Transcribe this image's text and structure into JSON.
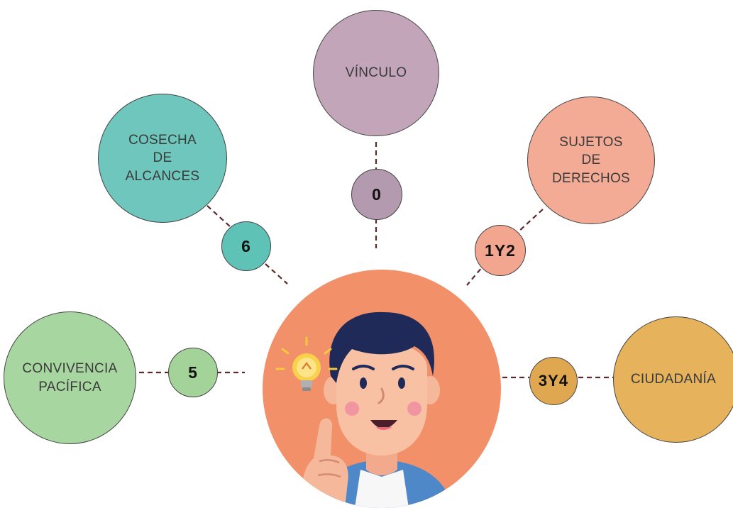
{
  "nodes": [
    {
      "id": "vinculo",
      "label": "VÍNCULO",
      "number": "0",
      "color": "#c3a5ba",
      "number_color": "#b49aae"
    },
    {
      "id": "cosecha",
      "label": "COSECHA\nDE\nALCANCES",
      "number": "6",
      "color": "#6ec6bd",
      "number_color": "#5fc2b6"
    },
    {
      "id": "sujetos",
      "label": "SUJETOS\nDE\nDERECHOS",
      "number": "1Y2",
      "color": "#f4ab96",
      "number_color": "#f2a690"
    },
    {
      "id": "convivencia",
      "label": "CONVIVENCIA\nPACÍFICA",
      "number": "5",
      "color": "#a8d6a0",
      "number_color": "#a4d39a"
    },
    {
      "id": "ciudadania",
      "label": "CIUDADANÍA",
      "number": "3Y4",
      "color": "#e6b25c",
      "number_color": "#dfa850"
    }
  ],
  "center": {
    "icon": "thinking-person-with-lightbulb-illustration",
    "color": "#f2906a"
  }
}
